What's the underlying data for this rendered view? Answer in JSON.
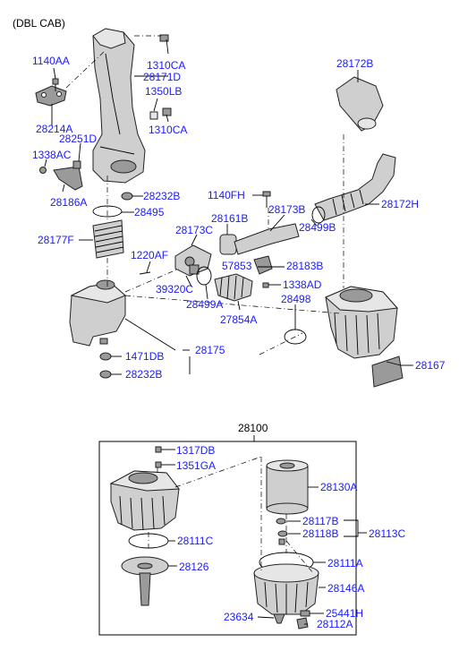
{
  "header": {
    "variant": "(DBL CAB)"
  },
  "labels": {
    "p1140AA": "1140AA",
    "p1310CA_a": "1310CA",
    "p28171D": "28171D",
    "p1350LB": "1350LB",
    "p1310CA_b": "1310CA",
    "p28214A": "28214A",
    "p28251D": "28251D",
    "p1338AC": "1338AC",
    "p28186A": "28186A",
    "p28232B_a": "28232B",
    "p28495": "28495",
    "p28177F": "28177F",
    "p1140FH": "1140FH",
    "p28161B": "28161B",
    "p28173B": "28173B",
    "p28173C": "28173C",
    "p28172B": "28172B",
    "p28172H": "28172H",
    "p28499B": "28499B",
    "p1220AF": "1220AF",
    "p57853": "57853",
    "p28183B": "28183B",
    "p39320C": "39320C",
    "p1338AD": "1338AD",
    "p28499A": "28499A",
    "p28498": "28498",
    "p27854A": "27854A",
    "p1471DB": "1471DB",
    "p28175": "28175",
    "p28232B_b": "28232B",
    "p28167": "28167",
    "p28100": "28100",
    "p1317DB": "1317DB",
    "p1351GA": "1351GA",
    "p28130A": "28130A",
    "p28117B": "28117B",
    "p28118B": "28118B",
    "p28113C": "28113C",
    "p28111C": "28111C",
    "p28126": "28126",
    "p28111A": "28111A",
    "p28146A": "28146A",
    "p23634": "23634",
    "p25441H": "25441H",
    "p28112A": "28112A"
  }
}
